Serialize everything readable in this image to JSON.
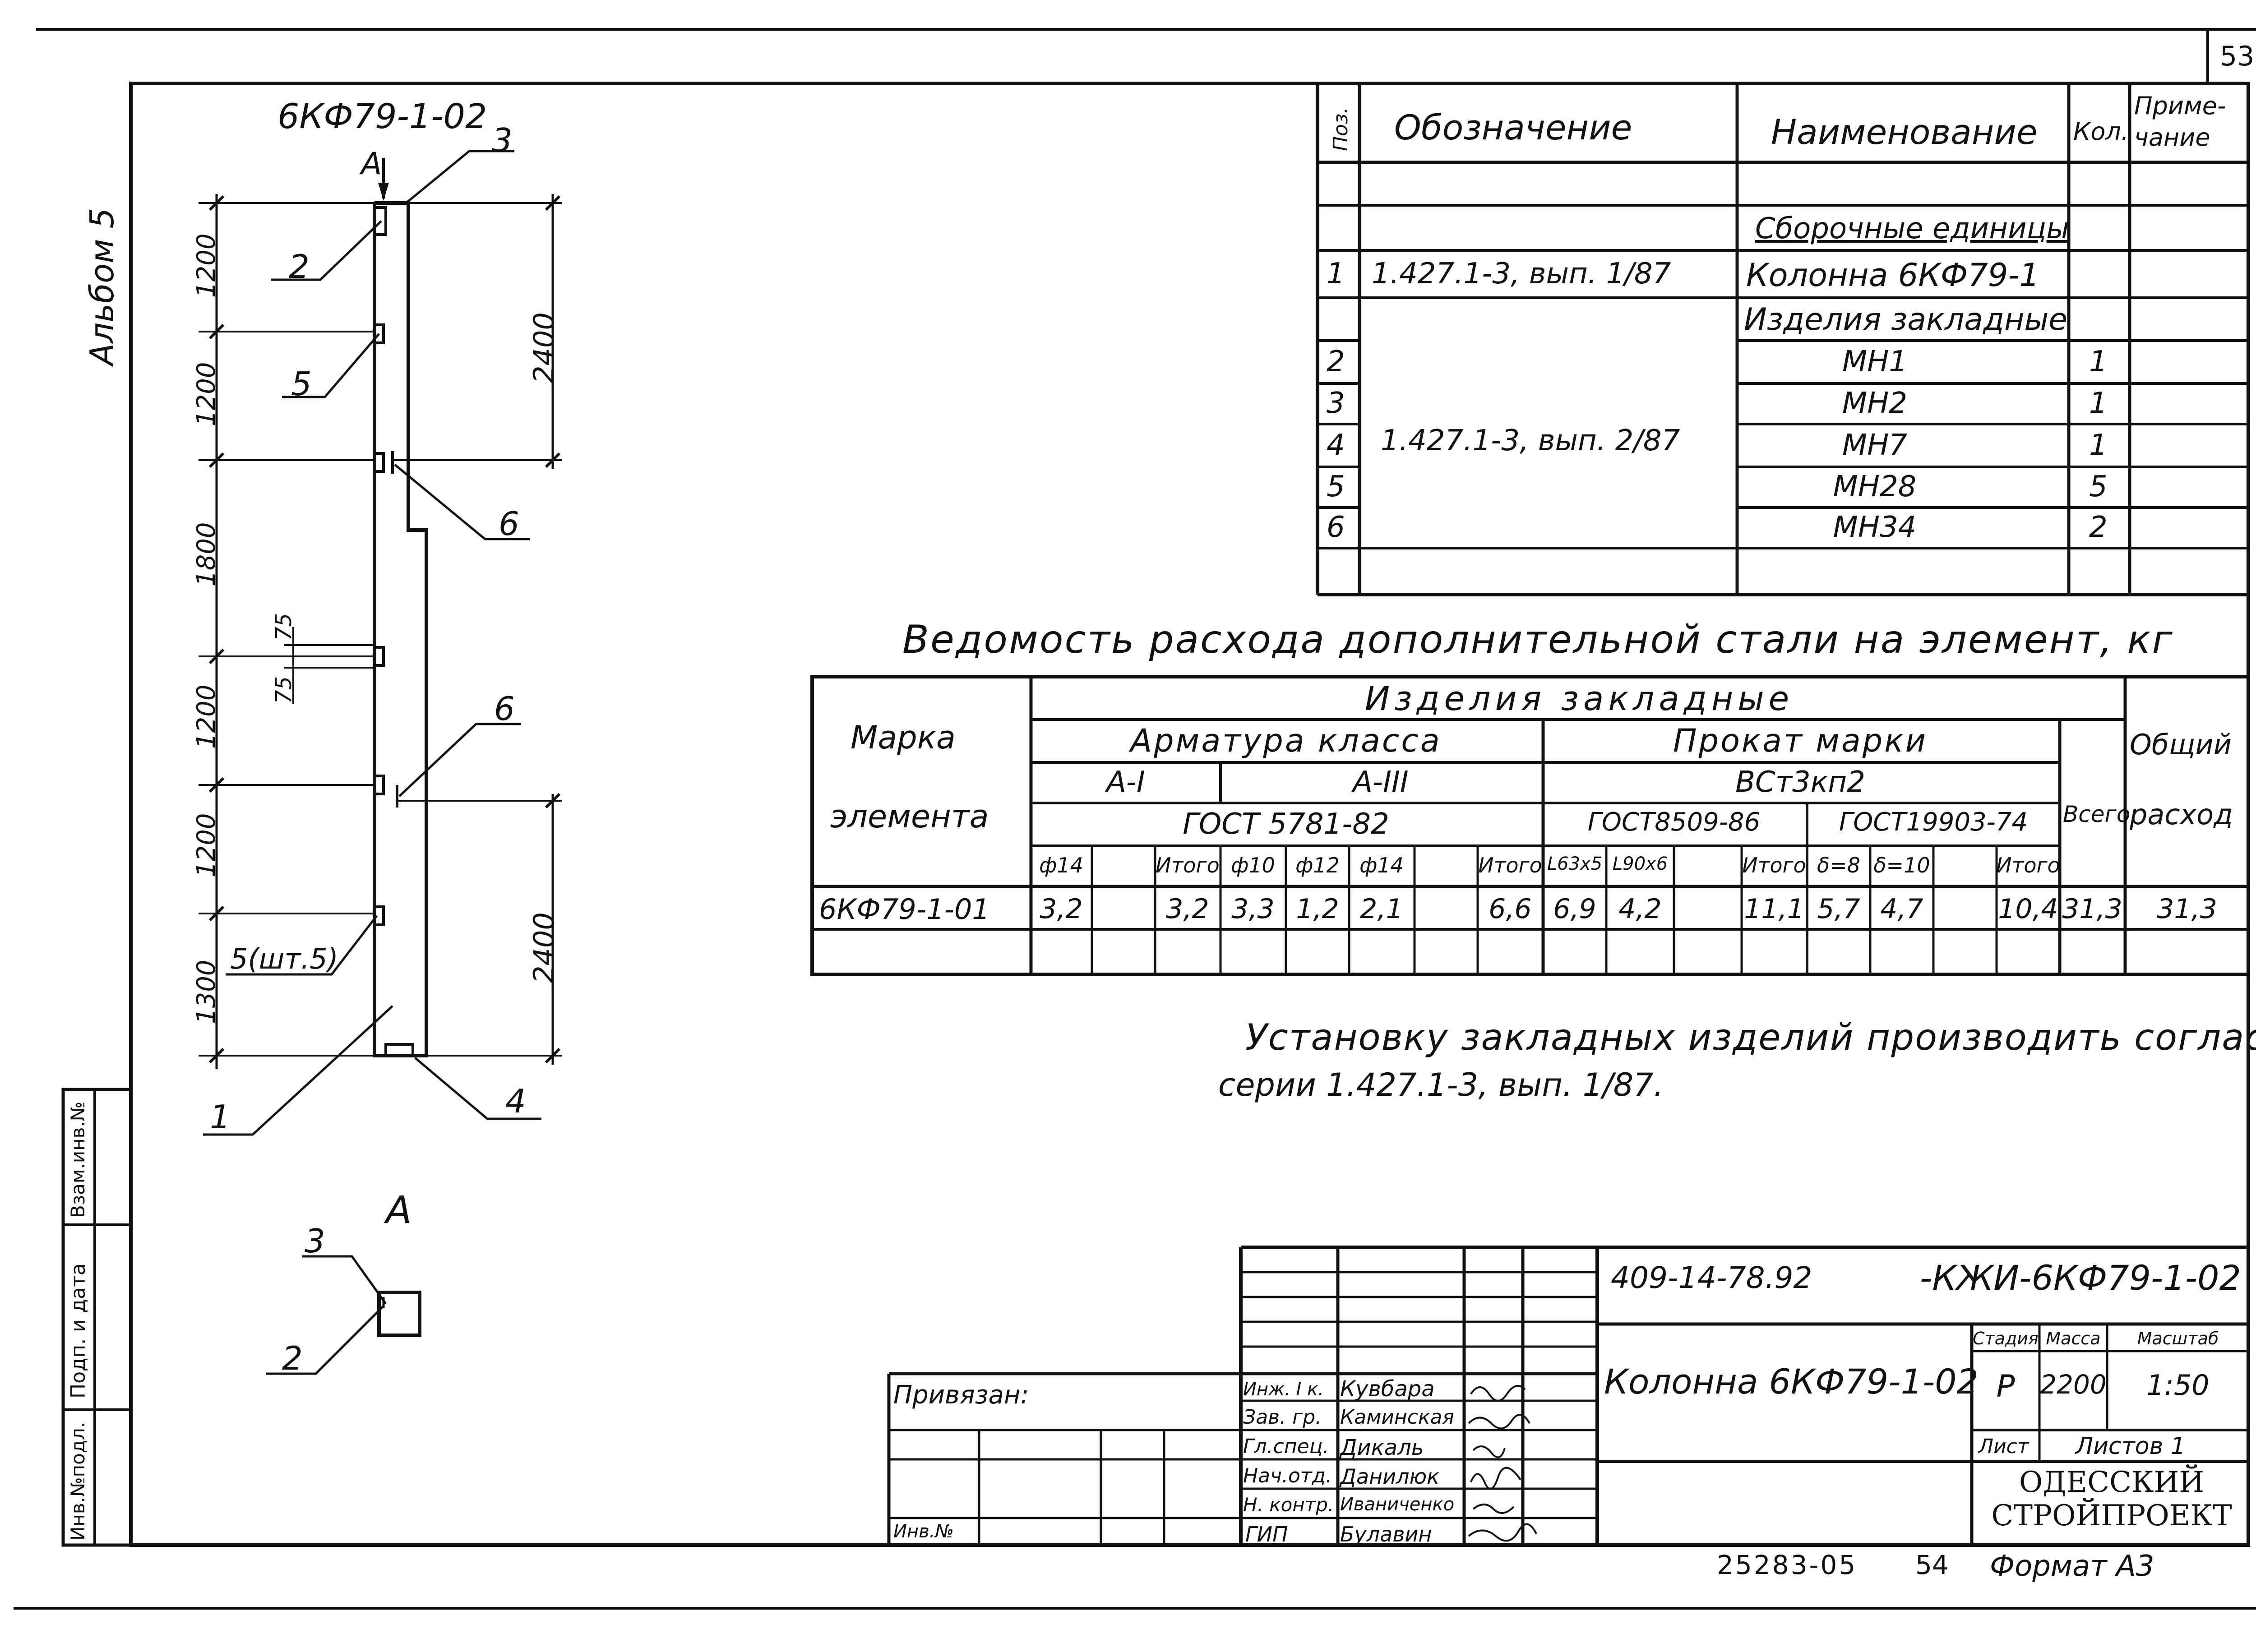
{
  "page_number": "53",
  "album_label": "Альбом 5",
  "element_mark": "6КФ79-1-02",
  "column_diagram": {
    "section_mark": "А",
    "callouts": [
      "1",
      "2",
      "3",
      "4",
      "5",
      "6",
      "6"
    ],
    "callout_5_count": "5(шт.5)",
    "segment_dims": [
      "1200",
      "1200",
      "1800",
      "1200",
      "1200",
      "1300"
    ],
    "overall_dims": [
      "2400",
      "2400"
    ],
    "detail_dims": [
      "75",
      "75"
    ],
    "view_a": {
      "title": "А",
      "callouts": [
        "3",
        "2"
      ]
    }
  },
  "spec_table": {
    "headers": {
      "pos": "Поз.",
      "designation": "Обозначение",
      "name": "Наименование",
      "qty": "Кол.",
      "note": "Приме-\nчание"
    },
    "section_assembly": "Сборочные единицы",
    "row1": {
      "pos": "1",
      "designation": "1.427.1-3, вып. 1/87",
      "name": "Колонна 6КФ79-1"
    },
    "section_embedded": "Изделия закладные",
    "group_designation": "1.427.1-3, вып. 2/87",
    "rows": [
      {
        "pos": "2",
        "name": "МН1",
        "qty": "1"
      },
      {
        "pos": "3",
        "name": "МН2",
        "qty": "1"
      },
      {
        "pos": "4",
        "name": "МН7",
        "qty": "1"
      },
      {
        "pos": "5",
        "name": "МН28",
        "qty": "5"
      },
      {
        "pos": "6",
        "name": "МН34",
        "qty": "2"
      }
    ]
  },
  "steel_table": {
    "title": "Ведомость расхода дополнительной стали на элемент, кг",
    "mark_header_1": "Марка",
    "mark_header_2": "элемента",
    "embedded_header": "Изделия закладные",
    "rebar_header": "Арматура класса",
    "rolled_header": "Прокат марки",
    "class_a1": "А-I",
    "class_a3": "А-III",
    "steel_grade": "ВСт3кп2",
    "gost_rebar": "ГОСТ 5781-82",
    "gost_8509": "ГОСТ8509-86",
    "gost_19903": "ГОСТ19903-74",
    "total_header": "Всего",
    "overall_header_1": "Общий",
    "overall_header_2": "расход",
    "sub_headers": [
      "ф14",
      "",
      "Итого",
      "ф10",
      "ф12",
      "ф14",
      "",
      "Итого",
      "L63х5",
      "L90х6",
      "",
      "Итого",
      "δ=8",
      "δ=10",
      "",
      "Итого"
    ],
    "row": {
      "mark": "6КФ79-1-01",
      "values": [
        "3,2",
        "",
        "3,2",
        "3,3",
        "1,2",
        "2,1",
        "",
        "6,6",
        "6,9",
        "4,2",
        "",
        "11,1",
        "5,7",
        "4,7",
        "",
        "10,4"
      ],
      "total": "31,3",
      "overall": "31,3"
    }
  },
  "note_line_1": "Установку закладных изделий производить согласно",
  "note_line_2": "серии 1.427.1-3, вып. 1/87.",
  "side_stamp": [
    "Инв.№подл.",
    "Подп. и дата",
    "Взам.инв.№"
  ],
  "title_block": {
    "project_code": "409-14-78.92",
    "doc_code": "-КЖИ-6КФ79-1-02",
    "drawing_title": "Колонна 6КФ79-1-02",
    "stage_label": "Стадия",
    "mass_label": "Масса",
    "scale_label": "Масштаб",
    "stage": "Р",
    "mass": "2200",
    "scale": "1:50",
    "sheet_label": "Лист",
    "sheets_label": "Листов 1",
    "org_line_1": "ОДЕССКИЙ",
    "org_line_2": "СТРОЙПРОЕКТ",
    "bound_label": "Привязан:",
    "inv_label": "Инв.№",
    "staff": [
      {
        "role": "Инж. I к.",
        "name": "Кувбара"
      },
      {
        "role": "Зав. гр.",
        "name": "Каминская"
      },
      {
        "role": "Гл.спец.",
        "name": "Дикаль"
      },
      {
        "role": "Нач.отд.",
        "name": "Данилюк"
      },
      {
        "role": "Н. контр.",
        "name": "Иваниченко"
      },
      {
        "role": "ГИП",
        "name": "Булавин"
      }
    ]
  },
  "footer": {
    "archive": "25283-05",
    "sheet": "54",
    "format": "Формат А3"
  }
}
